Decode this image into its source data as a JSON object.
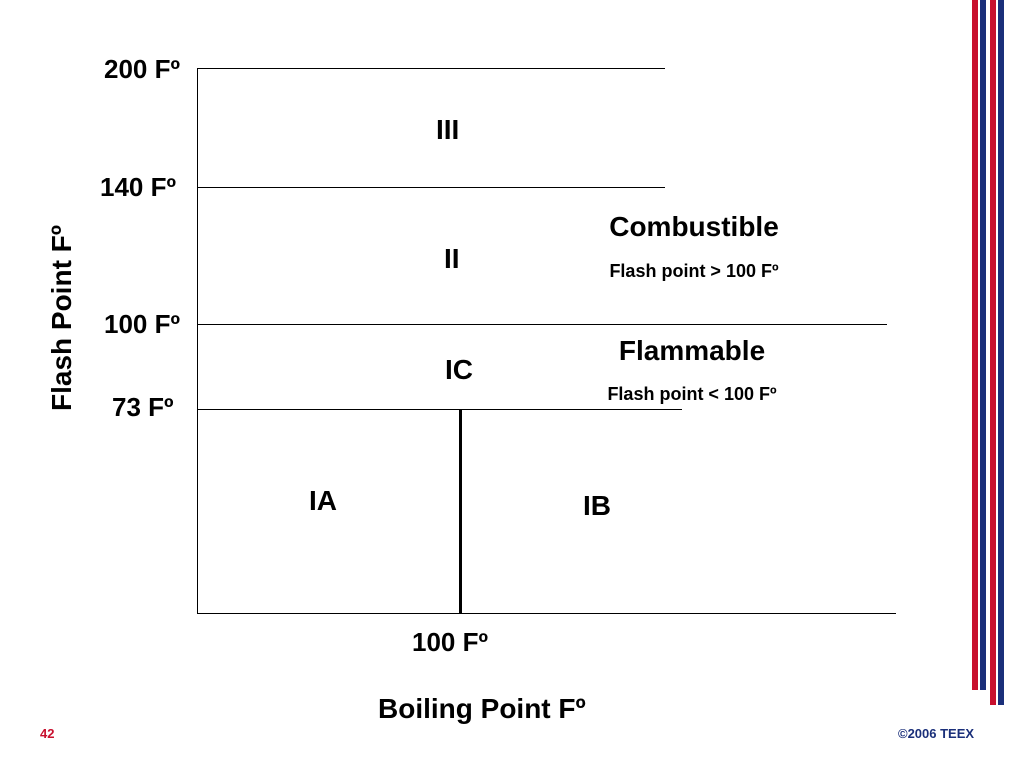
{
  "slide": {
    "page_number": "42",
    "copyright": "©2006 TEEX"
  },
  "axes": {
    "y_title": "Flash Point Fº",
    "x_title": "Boiling Point Fº",
    "y_ticks": {
      "t200": "200 Fº",
      "t140": "140 Fº",
      "t100": "100 Fº",
      "t73": "73 Fº"
    },
    "x_tick": "100 Fº"
  },
  "classes": {
    "III": "III",
    "II": "II",
    "IC": "IC",
    "IA": "IA",
    "IB": "IB"
  },
  "categories": {
    "combustible": {
      "title": "Combustible",
      "note": "Flash point > 100 Fº"
    },
    "flammable": {
      "title": "Flammable",
      "note": "Flash point < 100 Fº"
    }
  },
  "colors": {
    "stripe_red": "#c8102e",
    "stripe_blue": "#1a2f7a",
    "page_number": "#c8102e",
    "copyright": "#1a2f7a"
  }
}
